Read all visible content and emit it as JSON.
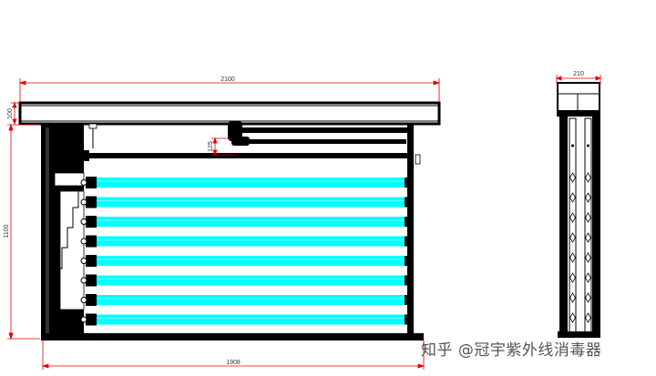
{
  "dimensions": {
    "top_width": "2100",
    "bottom_width": "1908",
    "total_height": "1100",
    "beam_height": "100",
    "offset": "125",
    "side_width": "210"
  },
  "watermark": {
    "text": "知乎 @冠宇紫外线消毒器"
  },
  "colors": {
    "lamp": "#00ffff",
    "frame": "#000000",
    "dimension_line": "#e00000",
    "watermark": "#555555"
  },
  "lamp_count": 8
}
